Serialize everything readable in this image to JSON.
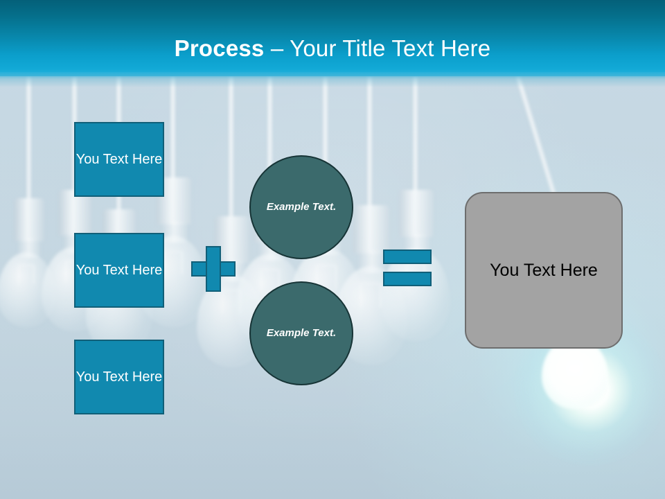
{
  "slide": {
    "title_strong": "Process",
    "title_rest": " – Your Title Text Here",
    "background_description": "blurred hanging light bulbs"
  },
  "colors": {
    "title_gradient_top": "#046079",
    "title_gradient_bottom": "#27b0da",
    "accent_blue": "#1189af",
    "accent_blue_border": "#115f78",
    "teal_circle": "#3b6a6c",
    "teal_circle_border": "#173436",
    "result_gray": "#a3a3a3",
    "result_gray_border": "#6d6d6d",
    "background": "#c7d8e2",
    "title_text": "#ffffff",
    "result_text": "#000000"
  },
  "inputs": {
    "boxes": [
      {
        "label": "You Text Here"
      },
      {
        "label": "You Text Here"
      },
      {
        "label": "You Text Here"
      }
    ]
  },
  "operators": {
    "plus": "+",
    "equals": "="
  },
  "circles": [
    {
      "label": "Example Text."
    },
    {
      "label": "Example Text."
    }
  ],
  "result": {
    "label": "You Text Here"
  }
}
